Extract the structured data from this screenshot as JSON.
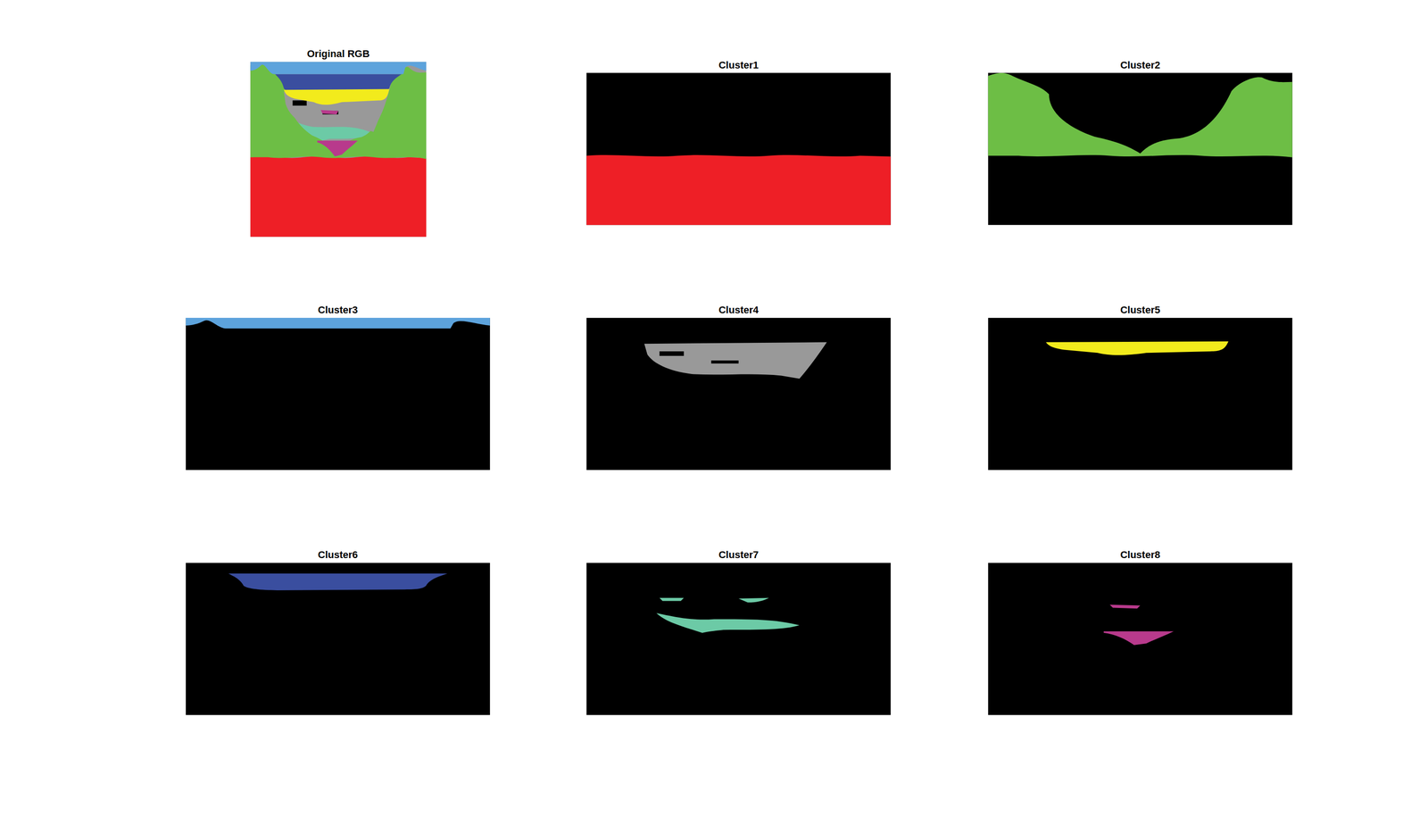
{
  "diagram": {
    "nodes": [
      {
        "text": [
          "Original RGB"
        ]
      },
      {
        "text": [
          "Cluster1"
        ]
      },
      {
        "text": [
          "Cluster2"
        ]
      },
      {
        "text": [
          "Cluster3"
        ]
      },
      {
        "text": [
          "Cluster4"
        ]
      },
      {
        "text": [
          "Cluster5"
        ]
      },
      {
        "text": [
          "Cluster6"
        ]
      },
      {
        "text": [
          "Cluster7"
        ]
      },
      {
        "text": [
          "Cluster8"
        ]
      }
    ]
  }
}
